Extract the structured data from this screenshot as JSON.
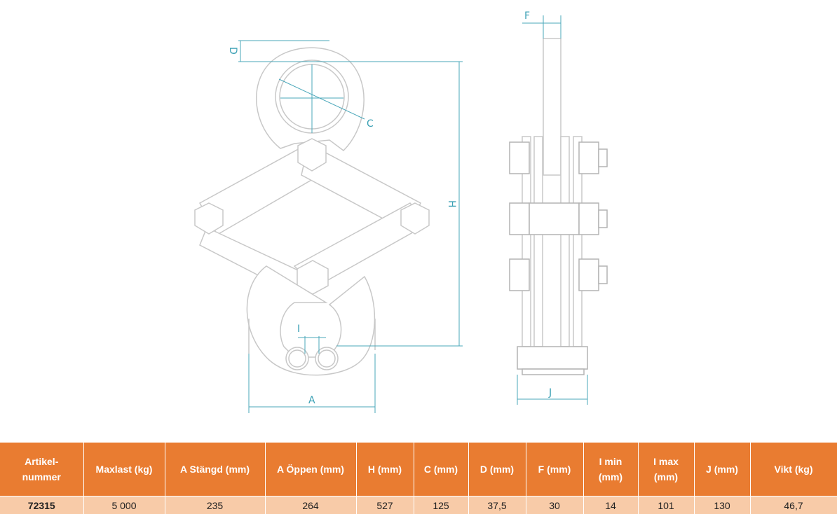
{
  "drawing": {
    "dimension_labels": {
      "D": "D",
      "C": "C",
      "H": "H",
      "I": "I",
      "A": "A",
      "F": "F",
      "J": "J"
    },
    "colors": {
      "dimension": "#4aa7ba",
      "outline": "#c8c8c8"
    }
  },
  "table": {
    "header_color": "#e97c31",
    "row_color": "#f8cba8",
    "headers": [
      "Artikel-\nnummer",
      "Maxlast (kg)",
      "A Stängd (mm)",
      "A Öppen (mm)",
      "H (mm)",
      "C (mm)",
      "D (mm)",
      "F (mm)",
      "I min\n(mm)",
      "I max\n(mm)",
      "J (mm)",
      "Vikt (kg)"
    ],
    "rows": [
      [
        "72315",
        "5 000",
        "235",
        "264",
        "527",
        "125",
        "37,5",
        "30",
        "14",
        "101",
        "130",
        "46,7"
      ]
    ]
  }
}
